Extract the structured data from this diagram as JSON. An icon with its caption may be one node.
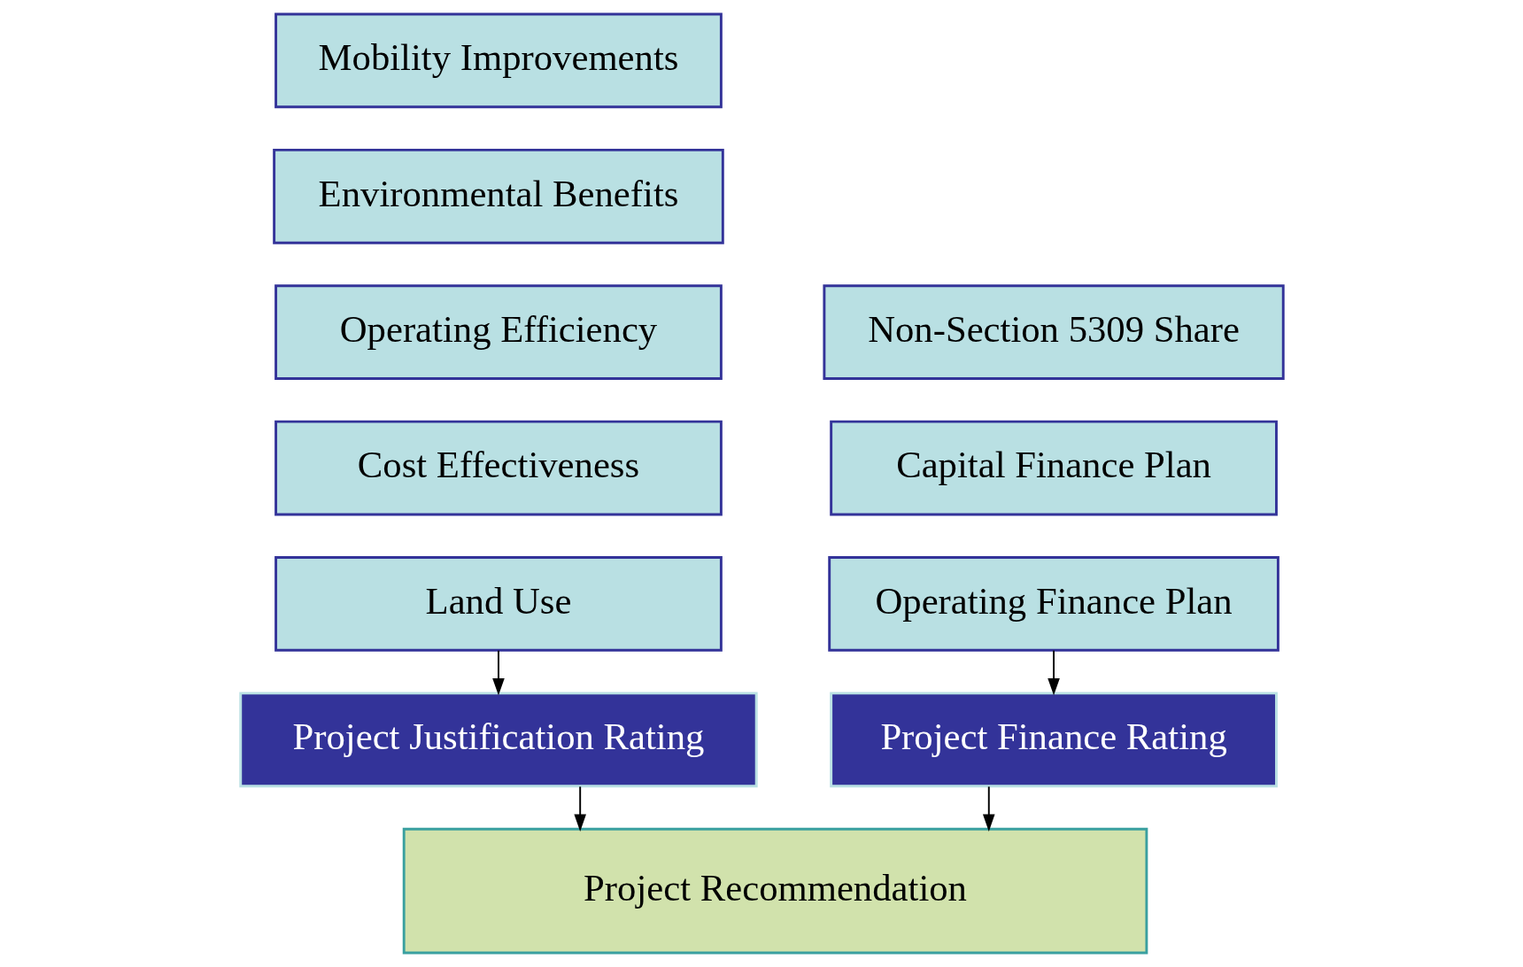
{
  "diagram": {
    "nodes": [
      {
        "text": [
          "Mobility Improvements"
        ]
      },
      {
        "text": [
          "Environmental Benefits"
        ]
      },
      {
        "text": [
          "Operating Efficiency"
        ]
      },
      {
        "text": [
          "Cost Effectiveness"
        ]
      },
      {
        "text": [
          "Land Use"
        ]
      },
      {
        "text": [
          "Non-Section 5309 Share"
        ]
      },
      {
        "text": [
          "Capital Finance Plan"
        ]
      },
      {
        "text": [
          "Operating Finance Plan"
        ]
      },
      {
        "text": [
          "Project Justification Rating"
        ]
      },
      {
        "text": [
          "Project Finance Rating"
        ]
      },
      {
        "text": [
          "Project Recommendation"
        ]
      }
    ],
    "edges": [
      {
        "from": 4,
        "to": 8,
        "arrow": "to"
      },
      {
        "from": 7,
        "to": 9,
        "arrow": "to"
      },
      {
        "from": 8,
        "to": 10,
        "arrow": "to"
      },
      {
        "from": 9,
        "to": 10,
        "arrow": "to"
      }
    ]
  }
}
